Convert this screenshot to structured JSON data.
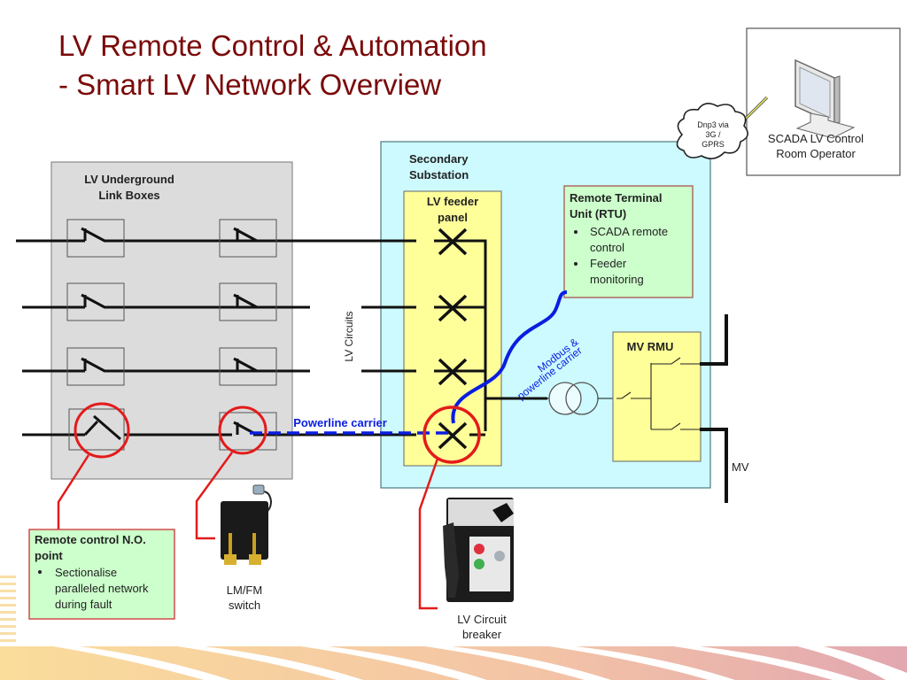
{
  "slide": {
    "title_line1": "LV Remote Control & Automation",
    "title_line2": "- Smart LV Network Overview"
  },
  "scada": {
    "label_line1": "SCADA LV Control",
    "label_line2": "Room Operator",
    "cloud_line1": "Dnp3 via",
    "cloud_line2": "3G /",
    "cloud_line3": "GPRS"
  },
  "link_boxes": {
    "title_line1": "LV Underground",
    "title_line2": "Link Boxes"
  },
  "lv_circuits_label": "LV Circuits",
  "powerline_label": "Powerline carrier",
  "substation": {
    "title_line1": "Secondary",
    "title_line2": "Substation",
    "feeder_panel_line1": "LV feeder",
    "feeder_panel_line2": "panel",
    "modbus_line1": "Modbus &",
    "modbus_line2": "powerline carrier",
    "mv_rmu": "MV RMU",
    "mv_label": "MV"
  },
  "rtu": {
    "title_line1": "Remote Terminal",
    "title_line2": "Unit (RTU)",
    "bullets": [
      {
        "line1": "SCADA remote",
        "line2": "control"
      },
      {
        "line1": "Feeder",
        "line2": "monitoring"
      }
    ]
  },
  "no_point": {
    "title_line1": "Remote control N.O.",
    "title_line2": "point",
    "bullet_line1": "Sectionalise",
    "bullet_line2": "paralleled network",
    "bullet_line3": "during fault"
  },
  "lmfm": {
    "line1": "LM/FM",
    "line2": "switch"
  },
  "breaker": {
    "line1": "LV Circuit",
    "line2": "breaker"
  },
  "colors": {
    "title": "#7a0a0a",
    "highlight_circle": "#e31b1b",
    "comm_blue": "#0a1ee0",
    "substation_bg": "#ccfaff",
    "panel_yellow": "#ffff99",
    "note_green": "#ccffcc",
    "linkbox_gray": "#dcdcdc"
  }
}
